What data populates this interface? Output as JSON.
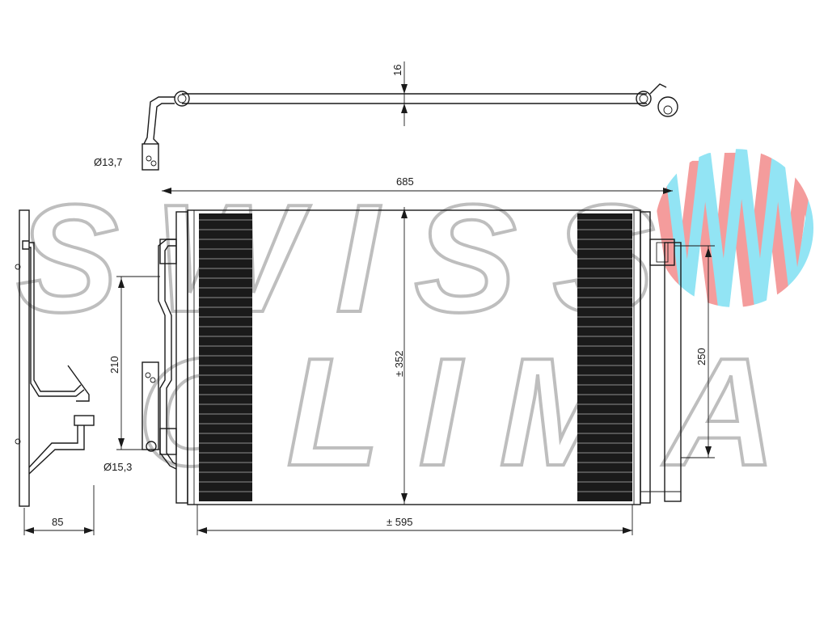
{
  "dimensions": {
    "tube_height": "16",
    "pipe_diameter_top": "Ø13,7",
    "overall_width": "685",
    "core_height": "± 352",
    "fitting_spacing_left": "210",
    "pipe_diameter_bottom": "Ø15,3",
    "core_width": "± 595",
    "depth": "85",
    "fitting_spacing_right": "250"
  },
  "watermark": {
    "text_line1": "SWISS",
    "text_line2": "CLIMA"
  },
  "colors": {
    "line": "#1a1a1a",
    "watermark_outline": "#8a8a8a",
    "logo_red": "#f28b8b",
    "logo_cyan": "#7fe0f2"
  }
}
